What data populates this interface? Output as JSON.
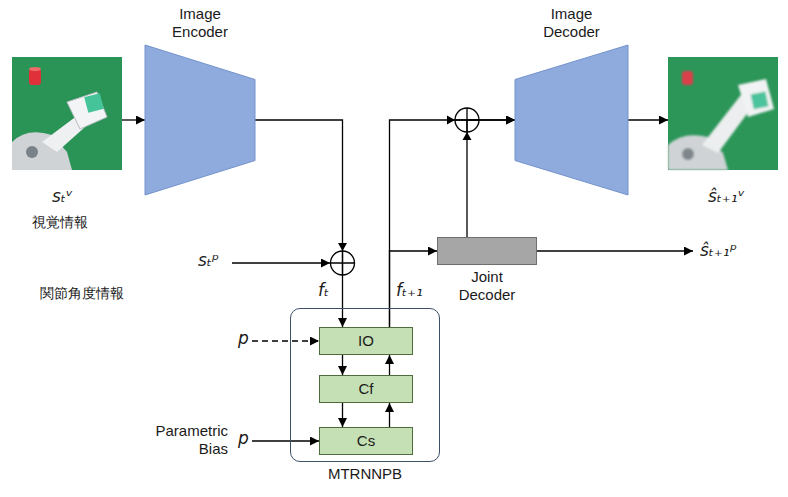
{
  "diagram": {
    "nodes": [
      {
        "text": [
          "Image Encoder"
        ]
      },
      {
        "text": [
          "Image Decoder"
        ]
      },
      {
        "text": [
          "Joint Decoder"
        ]
      },
      {
        "text": [
          "MTRNNPB"
        ]
      },
      {
        "text": [
          "IO"
        ],
        "in": 3
      },
      {
        "text": [
          "Cf"
        ],
        "in": 3
      },
      {
        "text": [
          "Cs"
        ],
        "in": 3
      }
    ],
    "edges": [
      {
        "from": 0,
        "to": 4,
        "arrow": "to"
      },
      {
        "from": 4,
        "to": 5,
        "arrow": "to"
      },
      {
        "from": 5,
        "to": 4,
        "arrow": "to"
      },
      {
        "from": 5,
        "to": 6,
        "arrow": "to"
      },
      {
        "from": 6,
        "to": 5,
        "arrow": "to"
      },
      {
        "from": 4,
        "to": 2,
        "arrow": "to"
      },
      {
        "from": 4,
        "to": 1,
        "arrow": "to"
      },
      {
        "from": 2,
        "to": 1,
        "arrow": "to"
      }
    ],
    "labels": [
      "sₜᵛ",
      "視覚情報",
      "sₜᵖ",
      "関節角度情報",
      "fₜ",
      "fₜ₊₁",
      "p",
      "Parametric Bias",
      "p",
      "ŝₜ₊₁ᵛ",
      "ŝₜ₊₁ᵖ"
    ]
  }
}
